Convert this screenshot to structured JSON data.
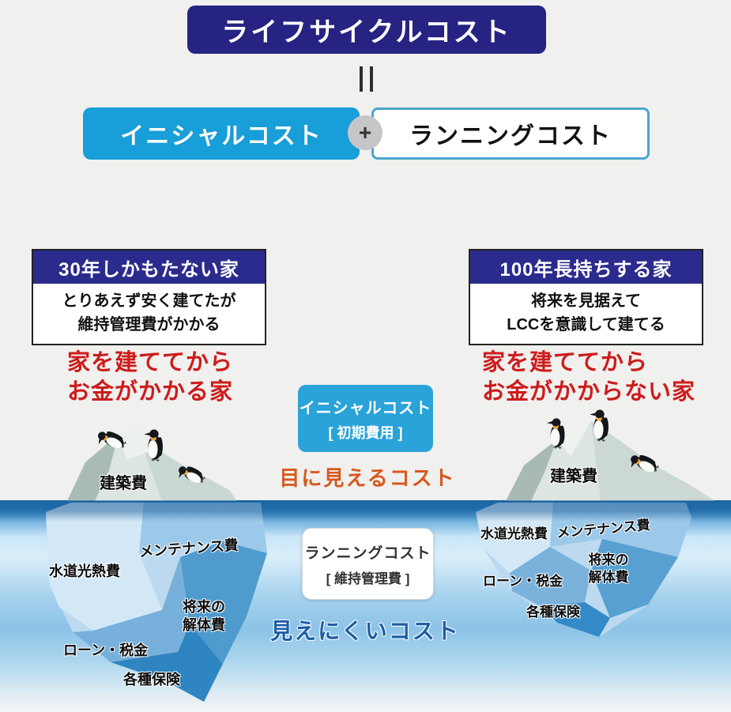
{
  "title": {
    "label": "ライフサイクルコスト"
  },
  "equation": {
    "initial_label": "イニシャルコスト",
    "plus": "+",
    "running_label": "ランニングコスト"
  },
  "left_house": {
    "header": "30年しかもたない家",
    "desc_line1": "とりあえず安く建てたが",
    "desc_line2": "維持管理費がかかる",
    "red_line1": "家を建ててから",
    "red_line2": "お金がかかる家"
  },
  "right_house": {
    "header": "100年長持ちする家",
    "desc_line1": "将来を見据えて",
    "desc_line2": "LCCを意識して建てる",
    "red_line1": "家を建ててから",
    "red_line2": "お金がかからない家"
  },
  "visible_cost": {
    "box_line1": "イニシャルコスト",
    "box_line2": "[ 初期費用 ]",
    "caption": "目に見えるコスト"
  },
  "hidden_cost": {
    "box_line1": "ランニングコスト",
    "box_line2": "[ 維持管理費 ]",
    "caption": "見えにくいコスト"
  },
  "iceberg_labels": {
    "construction": "建築費",
    "maintenance": "メンテナンス費",
    "utilities": "水道光熱費",
    "future_line1": "将来の",
    "future_line2": "解体費",
    "loan_tax": "ローン・税金",
    "insurance": "各種保険"
  },
  "colors": {
    "navy": "#262383",
    "cyan": "#189ed9",
    "red": "#cc1c1c",
    "orange": "#d8581f",
    "hidden_blue": "#1d5da6",
    "water_dark": "#2478b6"
  }
}
